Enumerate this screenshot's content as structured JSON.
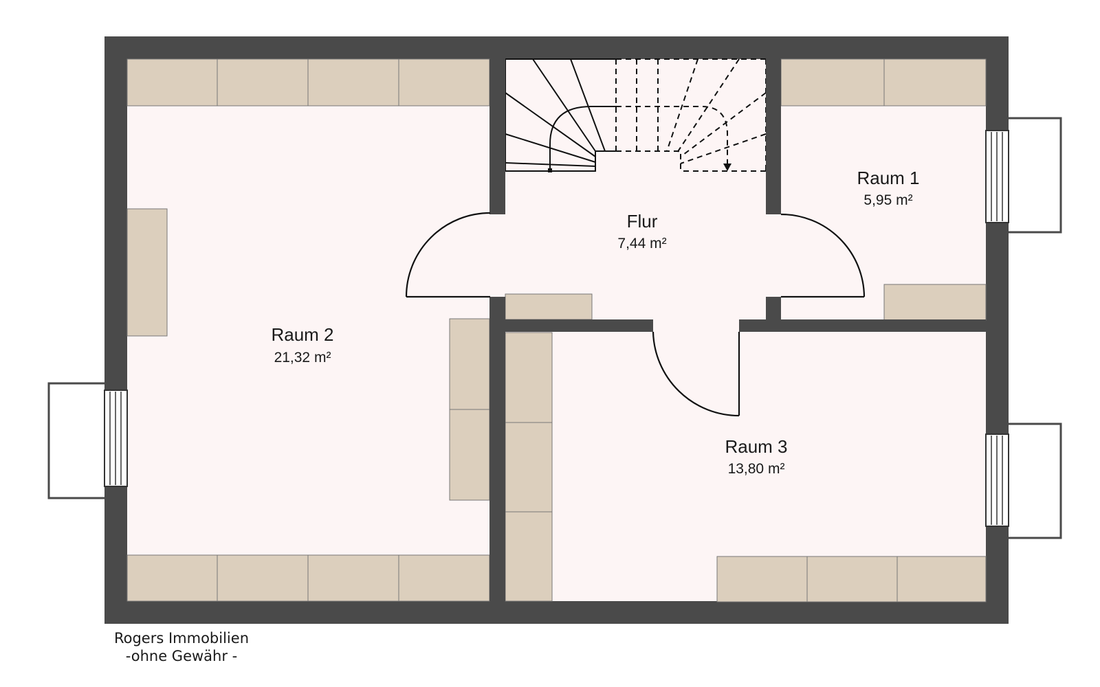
{
  "colors": {
    "wall": "#4a4a4a",
    "floor": "#fdf5f5",
    "furniture": "#dccfbd",
    "line": "#111111"
  },
  "rooms": [
    {
      "id": "raum-2",
      "name": "Raum 2",
      "area": "21,32 m²"
    },
    {
      "id": "flur",
      "name": "Flur",
      "area": "7,44 m²"
    },
    {
      "id": "raum-1",
      "name": "Raum 1",
      "area": "5,95 m²"
    },
    {
      "id": "raum-3",
      "name": "Raum 3",
      "area": "13,80 m²"
    }
  ],
  "footer": {
    "company": "Rogers Immobilien",
    "disclaimer": "-ohne Gewähr -"
  },
  "icons": [
    "staircase-icon",
    "window-icon",
    "door-swing-icon",
    "balcony-icon"
  ]
}
